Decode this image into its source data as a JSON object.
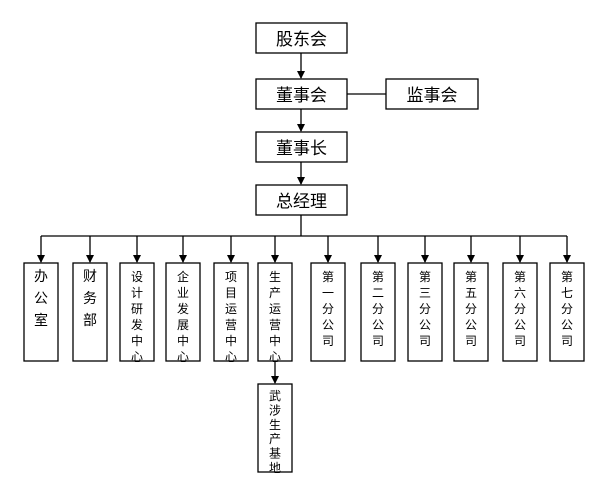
{
  "diagram": {
    "type": "org-chart",
    "nodes": {
      "shareholders": "股东会",
      "board": "董事会",
      "supervisors": "监事会",
      "chairman": "董事长",
      "gm": "总经理"
    },
    "departments": [
      "办公室",
      "财务部",
      "设计研发中心",
      "企业发展中心",
      "项目运营中心",
      "生产运营中心",
      "第一分公司",
      "第二分公司",
      "第三分公司",
      "第五分公司",
      "第六分公司",
      "第七分公司"
    ],
    "sub_unit": "武涉生产基地"
  }
}
